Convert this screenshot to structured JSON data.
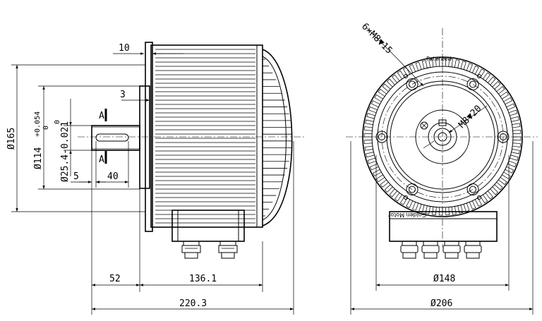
{
  "side_view": {
    "dim_10": "10",
    "dim_3": "3",
    "dim_165": "Ø165",
    "dim_114": "Ø114",
    "dim_114_tol_upper": "+0.054",
    "dim_114_tol_lower": "0",
    "dim_25": "Ø25.4-0.021",
    "dim_25_tol_upper": "0",
    "dim_5": "5",
    "dim_40": "40",
    "section_a_top": "A",
    "section_a_bottom": "A",
    "dim_52": "52",
    "dim_136": "136.1",
    "dim_220": "220.3"
  },
  "front_view": {
    "hole_spec": "6×M8▼15",
    "center_tap": "M8▼20",
    "patented_text": "Patented",
    "brand_text": "Golden Motor",
    "dim_148": "Ø148",
    "dim_206": "Ø206"
  }
}
